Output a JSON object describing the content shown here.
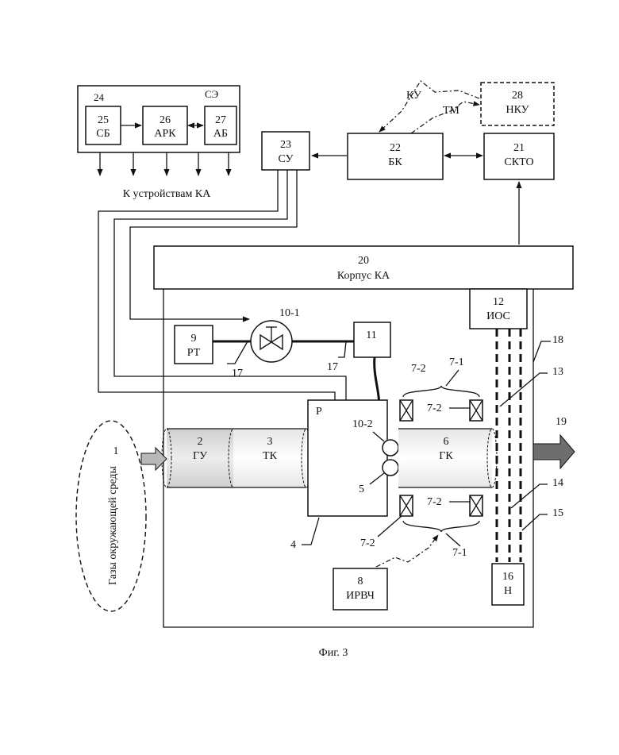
{
  "figure_caption": "Фиг. 3",
  "ambient": {
    "num": "1",
    "label": "Газы окружающей среды"
  },
  "blocks": {
    "b2": {
      "num": "2",
      "abbr": "ГУ"
    },
    "b3": {
      "num": "3",
      "abbr": "ТК"
    },
    "b4": {
      "num": "4"
    },
    "b4_label": "Р",
    "b5": {
      "num": "5"
    },
    "b6": {
      "num": "6",
      "abbr": "ГК"
    },
    "b8": {
      "num": "8",
      "abbr": "ИРВЧ"
    },
    "b9": {
      "num": "9",
      "abbr": "РТ"
    },
    "b10_1": {
      "num": "10-1"
    },
    "b10_2": {
      "num": "10-2"
    },
    "b11": {
      "num": "11"
    },
    "b12": {
      "num": "12",
      "abbr": "ИОС"
    },
    "b13": {
      "num": "13"
    },
    "b14": {
      "num": "14"
    },
    "b15": {
      "num": "15"
    },
    "b16": {
      "num": "16",
      "abbr": "Н"
    },
    "b17a": {
      "num": "17"
    },
    "b17b": {
      "num": "17"
    },
    "b18": {
      "num": "18"
    },
    "b19": {
      "num": "19"
    },
    "b20": {
      "num": "20",
      "label": "Корпус КА"
    },
    "b21": {
      "num": "21",
      "abbr": "СКТО"
    },
    "b22": {
      "num": "22",
      "abbr": "БК"
    },
    "b23": {
      "num": "23",
      "abbr": "СУ"
    },
    "b24": {
      "num": "24",
      "se": "СЭ"
    },
    "b25": {
      "num": "25",
      "abbr": "СБ"
    },
    "b26": {
      "num": "26",
      "abbr": "АРК"
    },
    "b27": {
      "num": "27",
      "abbr": "АБ"
    },
    "b28": {
      "num": "28",
      "abbr": "НКУ"
    }
  },
  "coil_labels": {
    "c71_top": "7-1",
    "c72_top_left": "7-2",
    "c72_top_right": "7-2",
    "c71_bottom": "7-1",
    "c72_bottom_left": "7-2",
    "c72_bottom_right": "7-2"
  },
  "links": {
    "ku": "КУ",
    "tm": "ТМ"
  },
  "devices_label": "К устройствам КА",
  "colors": {
    "line": "#111111",
    "shade_light": "#e0e0e0",
    "shade_dark": "#6e6e6e",
    "arrow_in": "#b9b9b9"
  }
}
